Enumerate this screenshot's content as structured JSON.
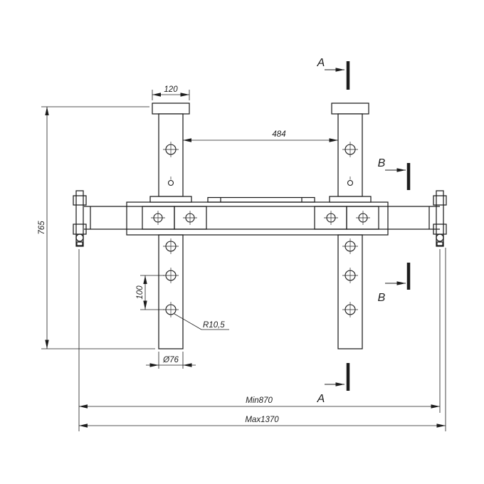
{
  "canvas": {
    "background": "#ffffff",
    "line_color": "#1c1c1c"
  },
  "dimensions": {
    "cap_width": "120",
    "post_spacing": "484",
    "overall_height": "765",
    "hole_spacing": "100",
    "corner_radius": "R10,5",
    "tube_diameter": "Ø76",
    "min_width": "Min870",
    "max_width": "Max1370"
  },
  "sections": {
    "a_top": "A",
    "a_bottom": "A",
    "b_top": "B",
    "b_bottom": "B"
  }
}
